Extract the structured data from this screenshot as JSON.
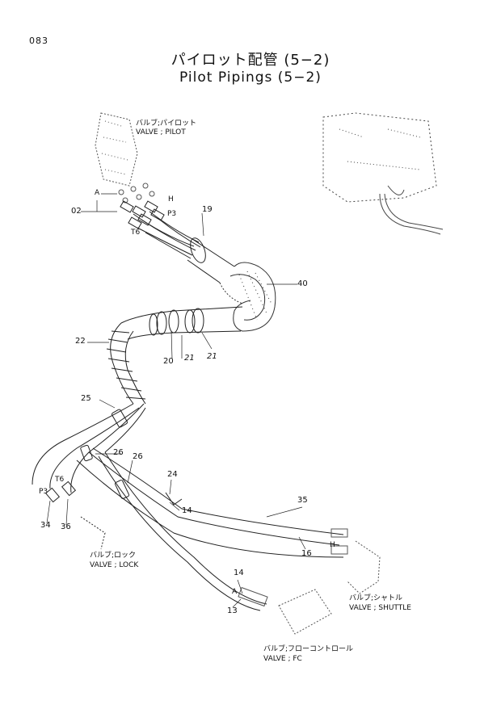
{
  "page_number": "083",
  "title_jp": "パイロット配管 (5−2)",
  "title_en": "Pilot Pipings (5−2)",
  "callouts": {
    "valve_pilot_jp": "バルブ;パイロット",
    "valve_pilot_en": "VALVE ; PILOT",
    "valve_lock_jp": "バルブ;ロック",
    "valve_lock_en": "VALVE ; LOCK",
    "valve_shuttle_jp": "バルブ;シャトル",
    "valve_shuttle_en": "VALVE ; SHUTTLE",
    "valve_fc_jp": "バルブ;フローコントロール",
    "valve_fc_en": "VALVE ; FC"
  },
  "port_labels": {
    "a_top": "A",
    "h": "H",
    "p3_top": "P3",
    "t6_top": "T6",
    "t6_left": "T6",
    "p3_left": "P3",
    "a_bottom": "A",
    "h_right": "H"
  },
  "part_numbers": {
    "n02": "02",
    "n19": "19",
    "n40": "40",
    "n22": "22",
    "n20": "20",
    "n21a": "21",
    "n21b": "21",
    "n25": "25",
    "n26a": "26",
    "n26b": "26",
    "n24": "24",
    "n14a": "14",
    "n35": "35",
    "n16": "16",
    "n34": "34",
    "n36": "36",
    "n14b": "14",
    "n13": "13"
  }
}
